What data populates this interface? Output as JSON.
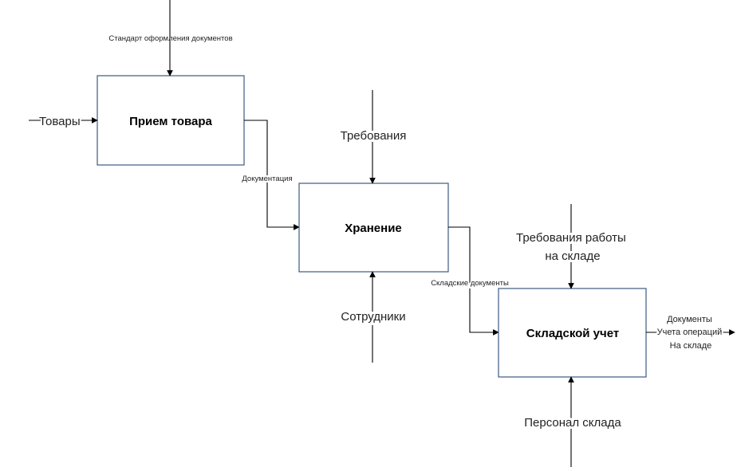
{
  "boxes": {
    "receiving": "Прием товара",
    "storage": "Хранение",
    "accounting": "Складской учет"
  },
  "arrows": {
    "doc_standard": "Стандарт оформления документов",
    "goods": "Товары",
    "documentation": "Документация",
    "requirements": "Требования",
    "employees": "Сотрудники",
    "warehouse_docs": "Складские документы",
    "work_requirements": [
      "Требования работы",
      "на складе"
    ],
    "warehouse_staff": "Персонал склада",
    "output_docs": [
      "Документы",
      "Учета операций",
      "На складе"
    ]
  },
  "colors": {
    "box_border": "#3d5a80",
    "line": "#000000"
  }
}
